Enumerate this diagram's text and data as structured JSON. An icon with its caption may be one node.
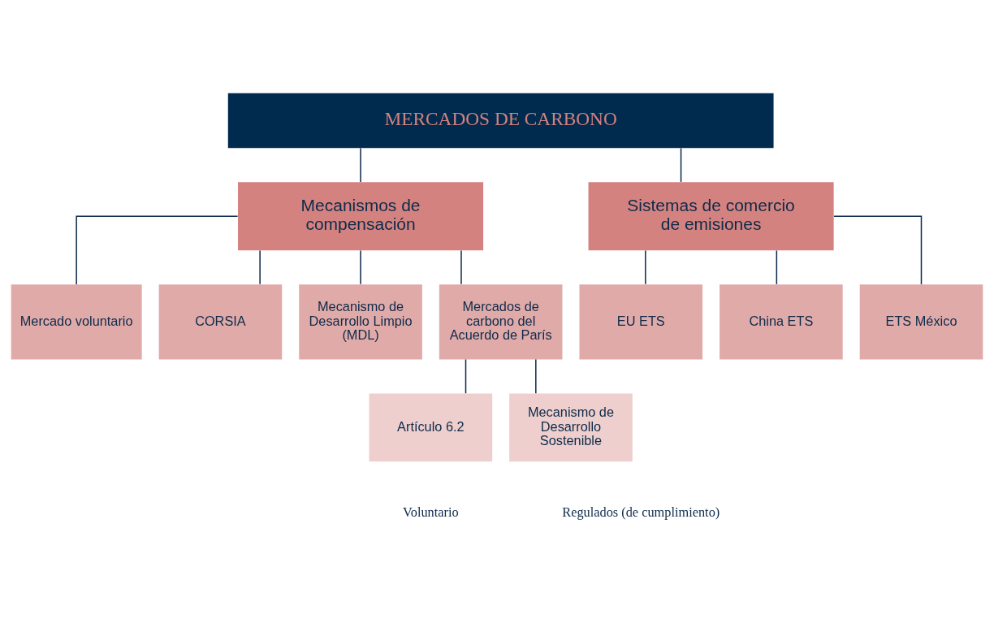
{
  "diagram": {
    "nodes": [
      {
        "text": [
          "MERCADOS DE CARBONO"
        ]
      },
      {
        "text": [
          "Mecanismos de compensación"
        ]
      },
      {
        "text": [
          "Sistemas de comercio de emisiones"
        ]
      },
      {
        "text": [
          "Mercado voluntario"
        ]
      },
      {
        "text": [
          "CORSIA"
        ]
      },
      {
        "text": [
          "Mecanismo de Desarrollo Limpio (MDL)"
        ]
      },
      {
        "text": [
          "Mercados de carbono del Acuerdo de París"
        ]
      },
      {
        "text": [
          "EU ETS"
        ]
      },
      {
        "text": [
          "China ETS"
        ]
      },
      {
        "text": [
          "ETS México"
        ]
      },
      {
        "text": [
          "Artículo 6.2"
        ]
      },
      {
        "text": [
          "Mecanismo de Desarrollo Sostenible"
        ]
      }
    ],
    "edges": [
      {
        "from": 0,
        "to": 1,
        "arrow": "none"
      },
      {
        "from": 0,
        "to": 2,
        "arrow": "none"
      },
      {
        "from": 1,
        "to": 3,
        "arrow": "none"
      },
      {
        "from": 1,
        "to": 4,
        "arrow": "none"
      },
      {
        "from": 1,
        "to": 5,
        "arrow": "none"
      },
      {
        "from": 1,
        "to": 6,
        "arrow": "none"
      },
      {
        "from": 2,
        "to": 7,
        "arrow": "none"
      },
      {
        "from": 2,
        "to": 8,
        "arrow": "none"
      },
      {
        "from": 2,
        "to": 9,
        "arrow": "none"
      },
      {
        "from": 6,
        "to": 10,
        "arrow": "none"
      },
      {
        "from": 6,
        "to": 11,
        "arrow": "none"
      }
    ],
    "labels": [
      "Voluntario",
      "Regulados (de cumplimiento)"
    ]
  }
}
